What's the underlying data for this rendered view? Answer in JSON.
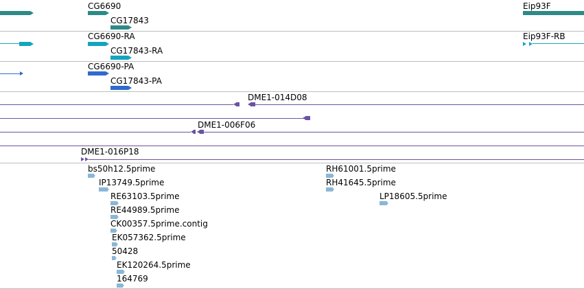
{
  "colors": {
    "gene": "#2d8a87",
    "transcript": "#13a5c0",
    "protein": "#2f6bcc",
    "clone": "#6b53a3",
    "est": "#8bb7d7",
    "separator": "#bdbdbd"
  },
  "tracks": {
    "genes": {
      "labels": [
        "CG6690",
        "CG17843",
        "Eip93F"
      ]
    },
    "transcripts": {
      "labels": [
        "CG6690-RA",
        "CG17843-RA",
        "Eip93F-RB"
      ]
    },
    "proteins": {
      "labels": [
        "CG6690-PA",
        "CG17843-PA"
      ]
    },
    "clones": {
      "labels": [
        "DME1-014D08",
        "DME1-006F06",
        "DME1-016P18"
      ]
    },
    "ests": {
      "labels": [
        "bs50h12.5prime",
        "IP13749.5prime",
        "RE63103.5prime",
        "RE44989.5prime",
        "CK00357.5prime.contig",
        "EK057362.5prime",
        "50428",
        "EK120264.5prime",
        "164769",
        "RH61001.5prime",
        "RH41645.5prime",
        "LP18605.5prime"
      ]
    }
  }
}
